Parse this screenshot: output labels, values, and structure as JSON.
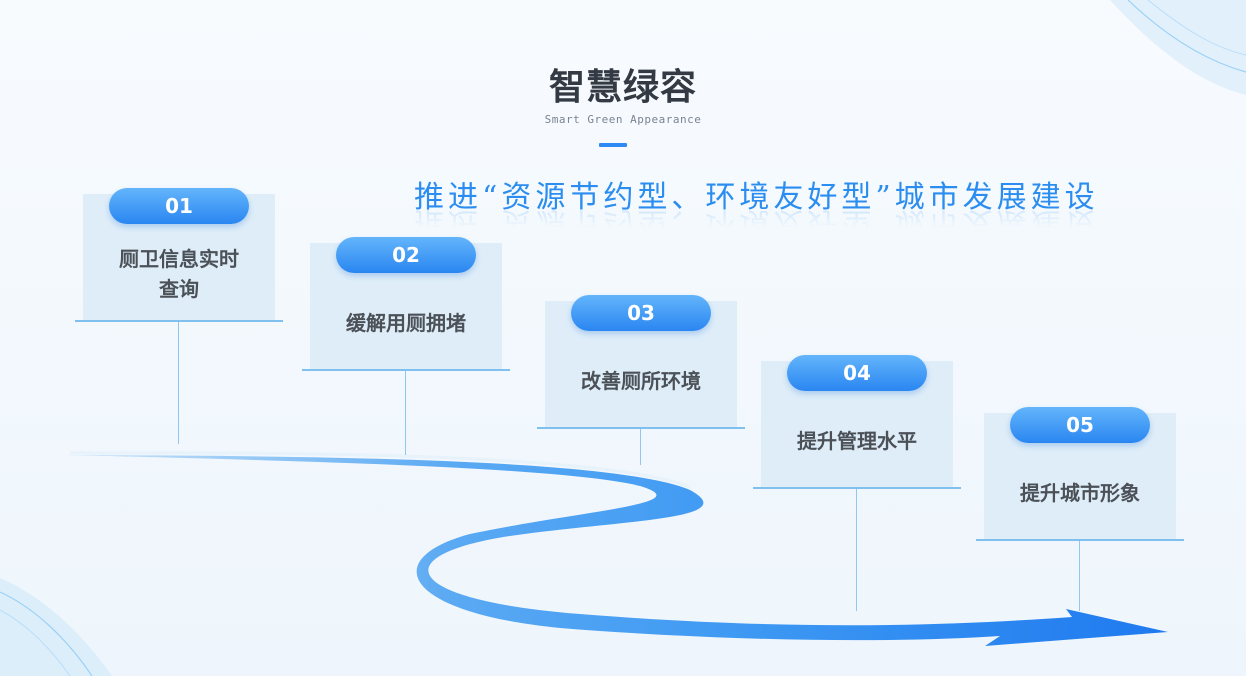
{
  "header": {
    "title": "智慧绿容",
    "subtitle": "Smart Green Appearance",
    "slogan": "推进“资源节约型、环境友好型”城市发展建设"
  },
  "steps": [
    {
      "number": "01",
      "label": "厕卫信息实时查询"
    },
    {
      "number": "02",
      "label": "缓解用厕拥堵"
    },
    {
      "number": "03",
      "label": "改善厕所环境"
    },
    {
      "number": "04",
      "label": "提升管理水平"
    },
    {
      "number": "05",
      "label": "提升城市形象"
    }
  ],
  "colors": {
    "accent": "#2a86f1",
    "accent_light": "#63b5fb",
    "card": "#deedf8",
    "title": "#333a44",
    "label": "#4c5158"
  }
}
